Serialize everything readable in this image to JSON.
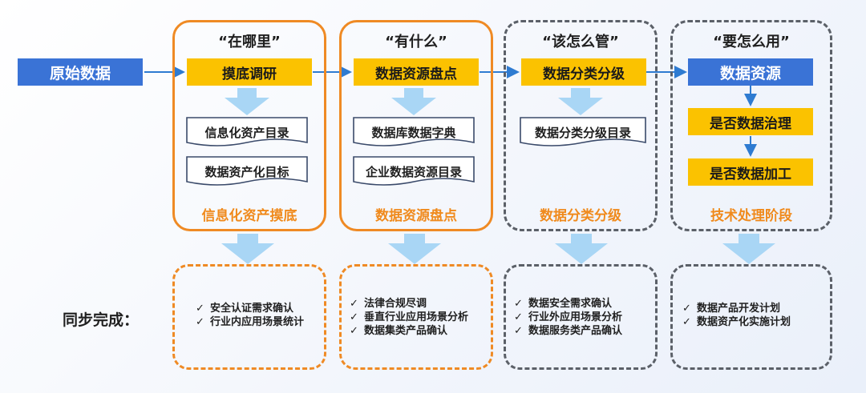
{
  "source_label": "原始数据",
  "sync_label": "同步完成：",
  "columns": [
    {
      "question": "“在哪里”",
      "main_box": "摸底调研",
      "docs": [
        "信息化资产目录",
        "数据资产化目标"
      ],
      "stage": "信息化资产摸底",
      "outcomes": [
        "安全认证需求确认",
        "行业内应用场景统计"
      ]
    },
    {
      "question": "“有什么”",
      "main_box": "数据资源盘点",
      "docs": [
        "数据库数据字典",
        "企业数据资源目录"
      ],
      "stage": "数据资源盘点",
      "outcomes": [
        "法律合规尽调",
        "垂直行业应用场景分析",
        "数据集类产品确认"
      ]
    },
    {
      "question": "“该怎么管”",
      "main_box": "数据分类分级",
      "docs": [
        "数据分类分级目录"
      ],
      "stage": "数据分类分级",
      "outcomes": [
        "数据安全需求确认",
        "行业外应用场景分析",
        "数据服务类产品确认"
      ]
    },
    {
      "question": "“要怎么用”",
      "main_box": "数据资源",
      "steps": [
        "是否数据治理",
        "是否数据加工"
      ],
      "stage": "技术处理阶段",
      "outcomes": [
        "数据产品开发计划",
        "数据资产化实施计划"
      ]
    }
  ],
  "check_mark": "✓",
  "colors": {
    "orange": "#ef8a24",
    "gray_dash": "#5b6068",
    "yellow": "#fbc200",
    "blue": "#3a73d6",
    "light_blue_arrow": "#a9d6f5",
    "line_blue": "#2e7bd1"
  }
}
